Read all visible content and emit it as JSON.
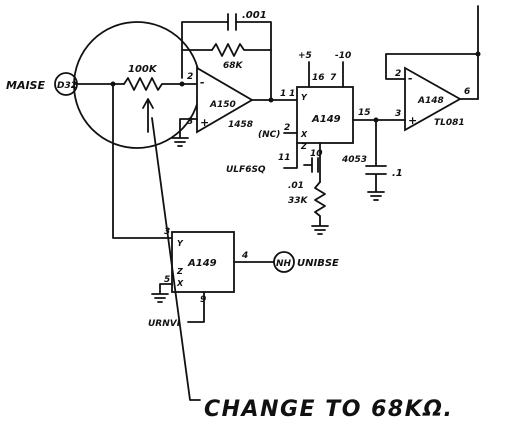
{
  "colors": {
    "ink": "#111111",
    "paper": "#ffffff"
  },
  "signals": {
    "input": {
      "name": "MAISE",
      "tag": "D32"
    },
    "output": {
      "name": "UNIBSE",
      "tag": "NH"
    },
    "control": "URNVI",
    "enable": "ULF6SQ"
  },
  "components": {
    "resistor_input": "100K",
    "resistor_feedback": "68K",
    "cap_feedback": ".001",
    "cap_output": ".1",
    "cap_small": ".01",
    "resistor_bias": "33K",
    "supply_pos": "+5",
    "supply_neg": "-10"
  },
  "opamp_a150": {
    "ref": "A150",
    "part": "1458",
    "pin_inv": "2",
    "pin_noninv": "3",
    "pin_out": "1"
  },
  "switch_a149_top": {
    "ref": "A149",
    "part": "4053",
    "pin_y": "Y",
    "pin_x": "X",
    "pin_z": "Z",
    "pin_1": "1",
    "pin_2": "2",
    "pin_15": "15",
    "pin_16": "16",
    "pin_7": "7",
    "pin_11": "11",
    "pin_10": "10",
    "nc": "(NC)"
  },
  "opamp_a148": {
    "ref": "A148",
    "part": "TL081",
    "pin_inv": "2",
    "pin_noninv": "3",
    "pin_out": "6"
  },
  "switch_a149_bottom": {
    "ref": "A149",
    "pin_y": "Y",
    "pin_x": "X",
    "pin_z": "Z",
    "pin_3": "3",
    "pin_4": "4",
    "pin_5": "5",
    "pin_9": "9"
  },
  "annotation": "CHANGE TO 68KΩ."
}
